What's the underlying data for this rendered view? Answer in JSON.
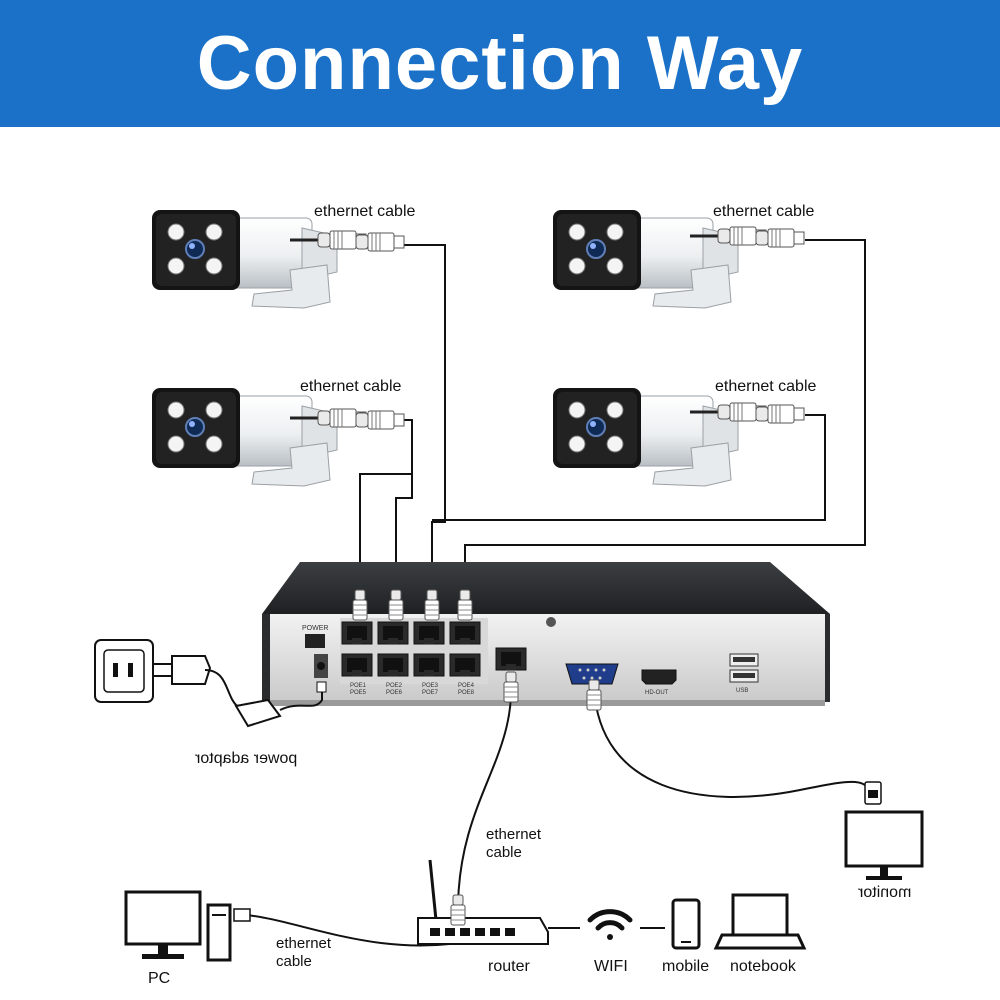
{
  "banner": {
    "title": "Connection Way",
    "bg_color": "#1a71c7"
  },
  "cameras": [
    {
      "cable_label": "ethernet cable"
    },
    {
      "cable_label": "ethernet cable"
    },
    {
      "cable_label": "ethernet cable"
    },
    {
      "cable_label": "ethernet cable"
    }
  ],
  "nvr": {
    "power_label": "POWER",
    "poe_ports_top": [
      "POE1",
      "POE2",
      "POE3",
      "POE4"
    ],
    "poe_ports_bottom": [
      "POE5",
      "POE6",
      "POE7",
      "POE8"
    ],
    "hdout_label": "HD-OUT",
    "usb_label": "USB"
  },
  "power_adaptor": {
    "label": "power adaptor"
  },
  "router_link": {
    "cable_label": "ethernet\ncable"
  },
  "pc_link": {
    "cable_label": "ethernet\ncable"
  },
  "devices": {
    "pc": "PC",
    "router": "router",
    "wifi": "WIFI",
    "mobile": "mobile",
    "notebook": "notebook",
    "monitor": "monitor"
  },
  "icons": [
    "camera-icon",
    "rj45-plug-icon",
    "wall-socket-icon",
    "power-plug-icon",
    "adaptor-icon",
    "monitor-icon",
    "pc-icon",
    "router-icon",
    "wifi-icon",
    "mobile-icon",
    "notebook-icon"
  ]
}
